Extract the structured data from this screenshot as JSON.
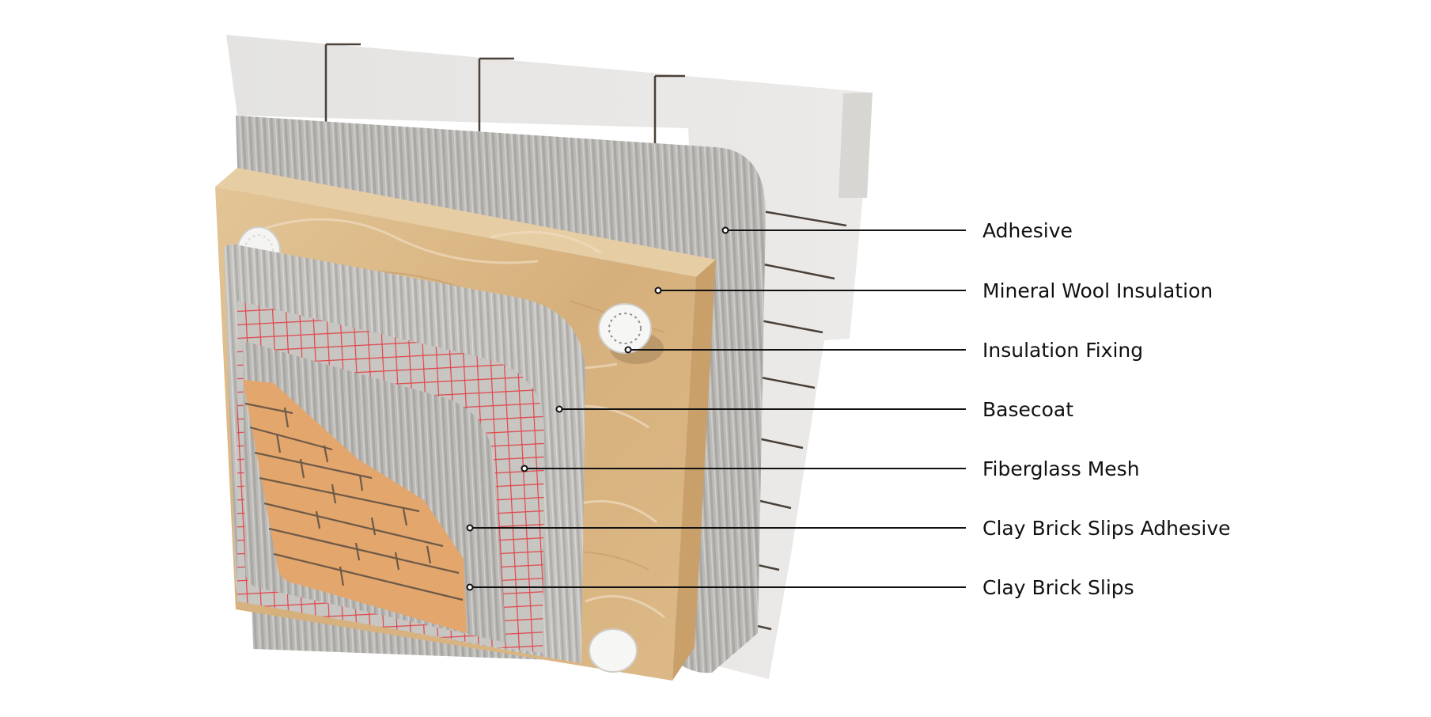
{
  "diagram": {
    "layers": [
      {
        "id": "adhesive",
        "label": "Adhesive"
      },
      {
        "id": "mineral-wool-insulation",
        "label": "Mineral Wool Insulation"
      },
      {
        "id": "insulation-fixing",
        "label": "Insulation Fixing"
      },
      {
        "id": "basecoat",
        "label": "Basecoat"
      },
      {
        "id": "fiberglass-mesh",
        "label": "Fiberglass Mesh"
      },
      {
        "id": "clay-brick-slips-adhesive",
        "label": "Clay Brick Slips Adhesive"
      },
      {
        "id": "clay-brick-slips",
        "label": "Clay Brick Slips"
      }
    ],
    "colors": {
      "block": "#e6e5e3",
      "block_joint": "#4a4038",
      "adhesive": "#b6b4b0",
      "insulation": "#d9b585",
      "mesh": "#e0454a",
      "brick": "#e2a56c",
      "brick_joint": "#6e5a48",
      "leader": "#111111"
    }
  }
}
